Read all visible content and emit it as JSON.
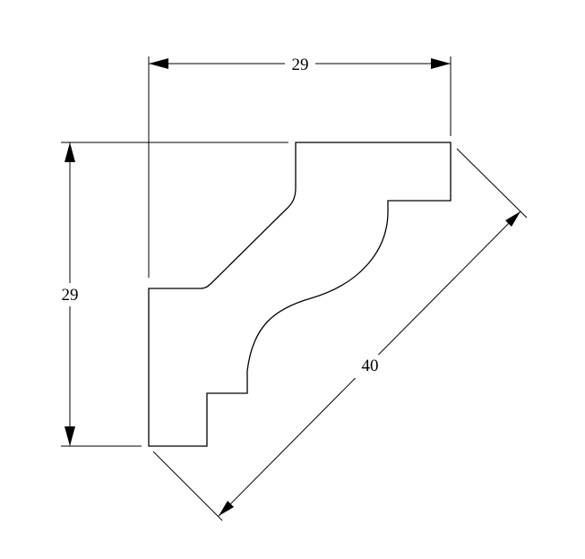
{
  "drawing": {
    "dimensions": {
      "top_width": "29",
      "left_height": "29",
      "diagonal_length": "40"
    },
    "line_color": "#000000",
    "background_color": "#ffffff"
  }
}
